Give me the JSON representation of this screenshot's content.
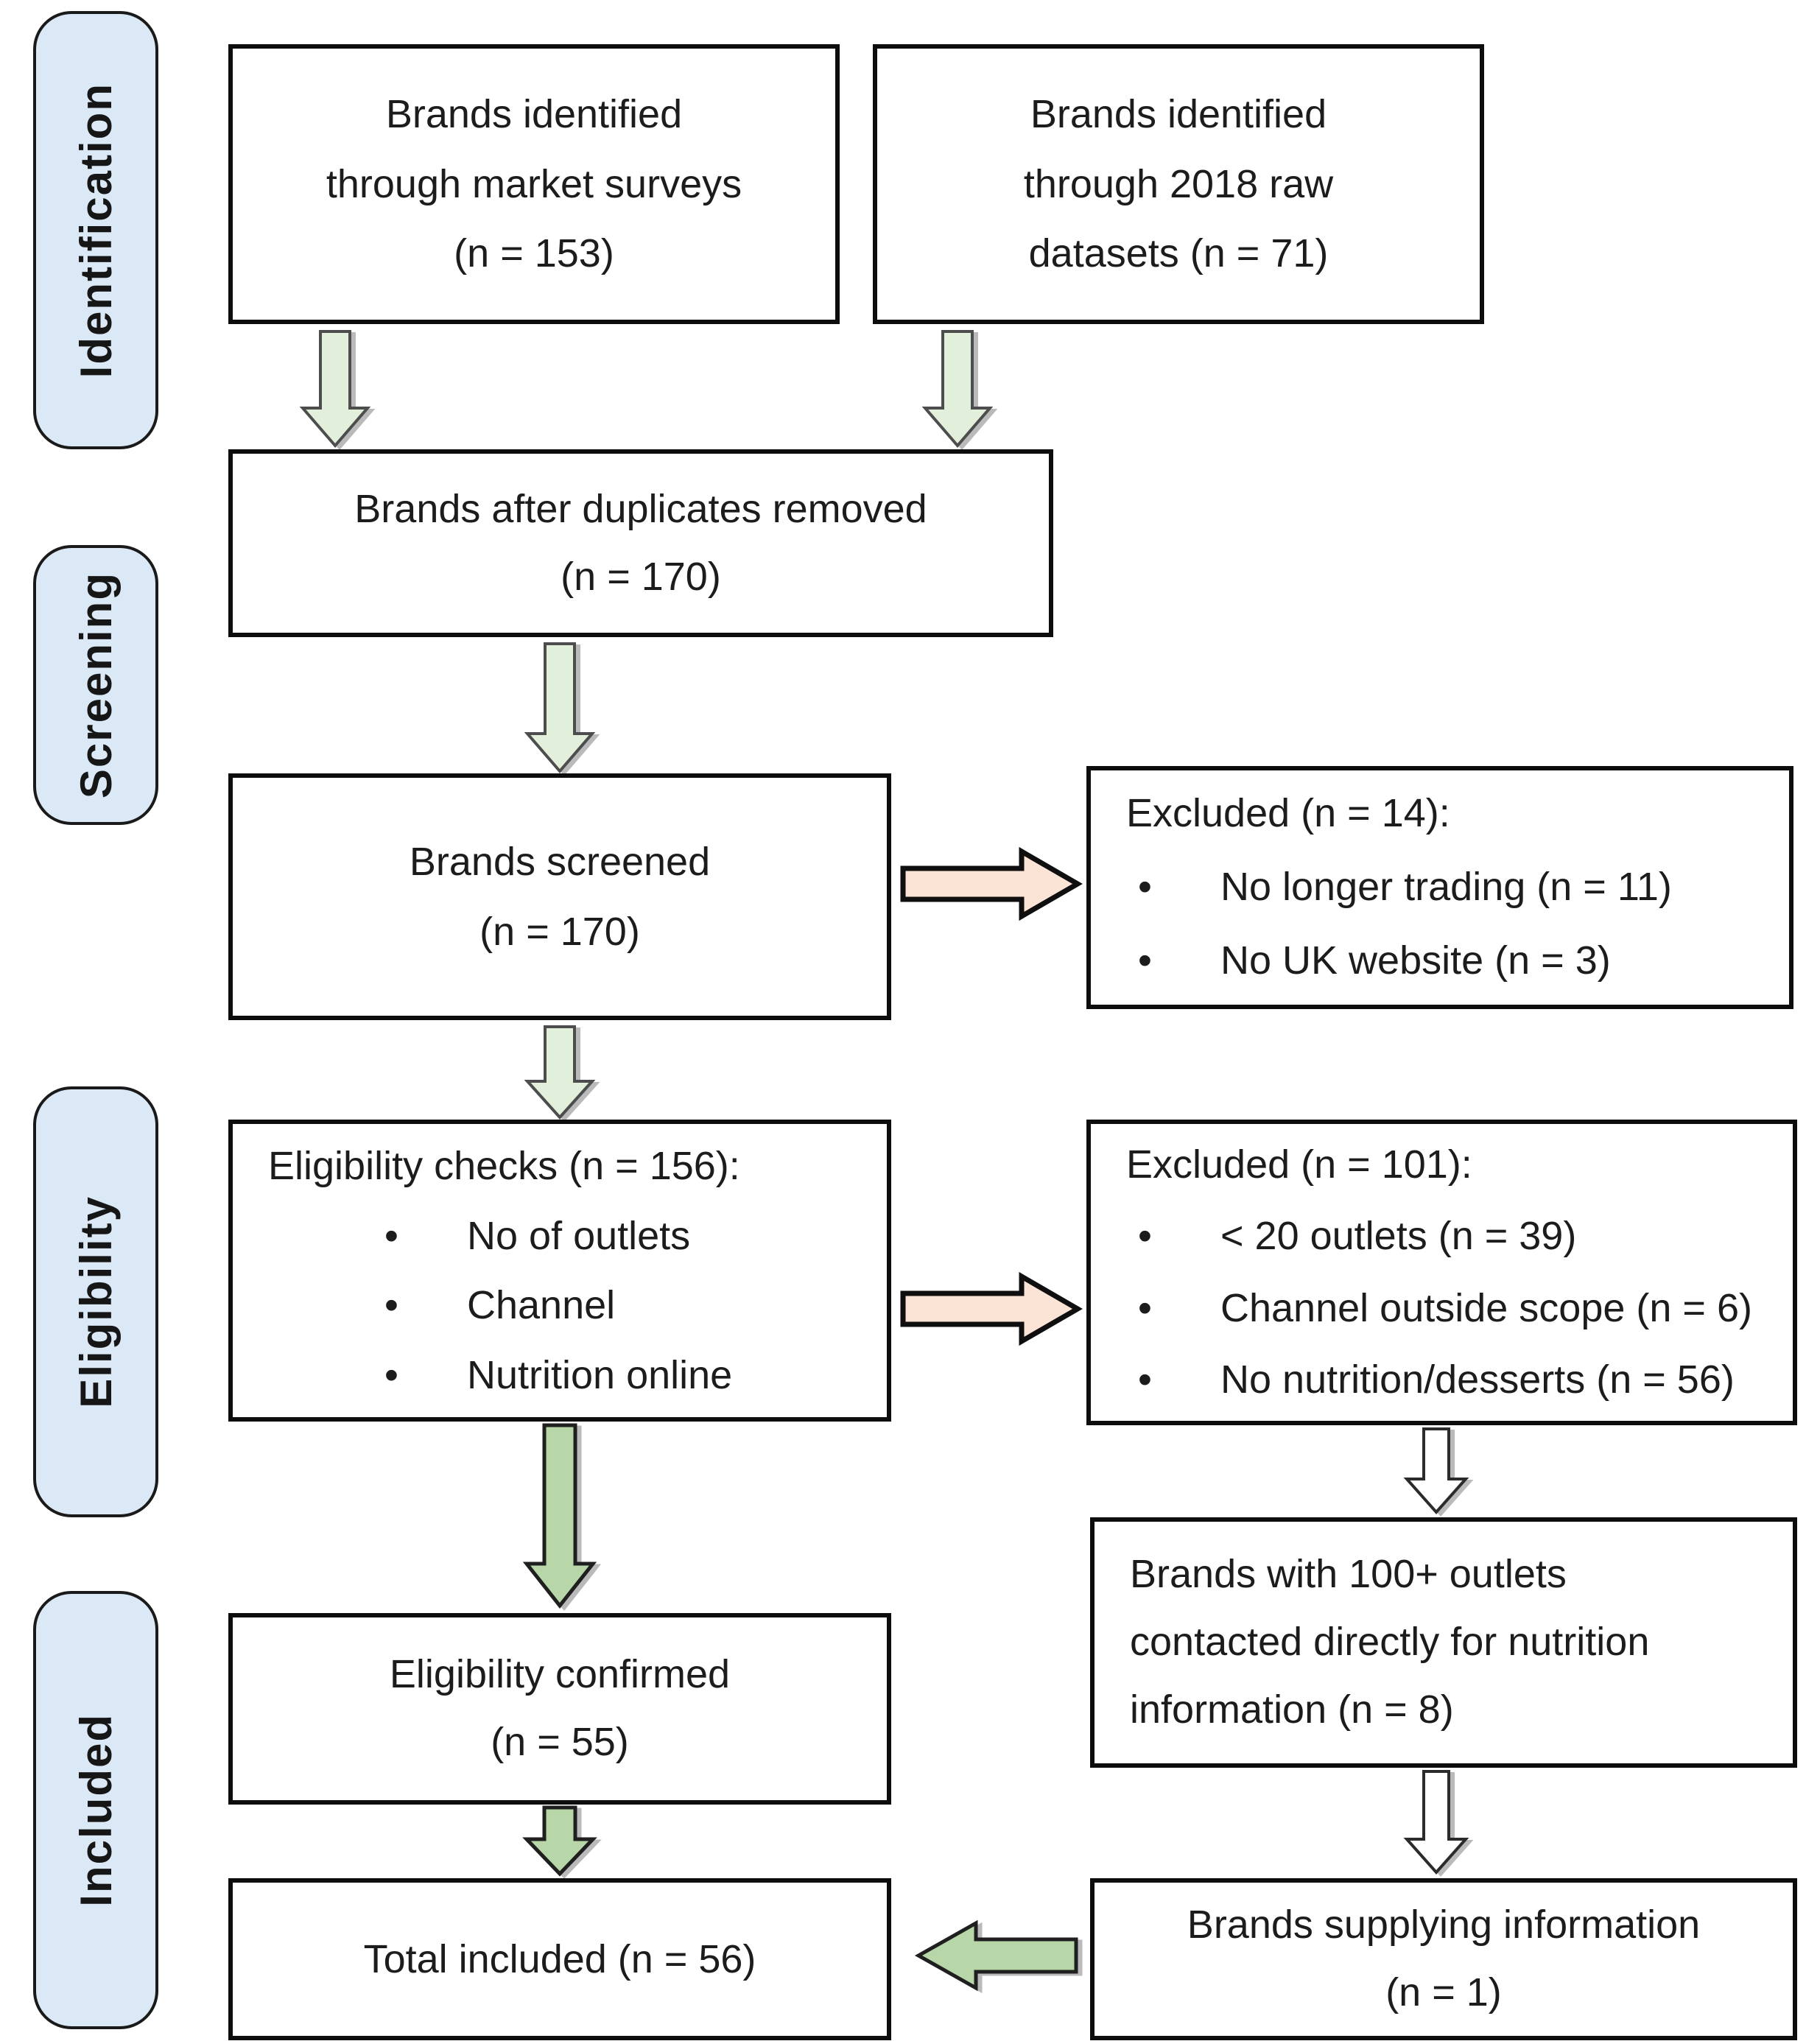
{
  "palette": {
    "sidebar_fill": "#dbe8f6",
    "box_fill": "#ffffff",
    "border": "#0d0d0d",
    "arrow_pale_green": "#e2efda",
    "arrow_green": "#b7d7a9",
    "arrow_pink": "#fbe3d5",
    "arrow_white": "#ffffff",
    "text": "#1c1c1c"
  },
  "ui": {
    "bullet_char": "•"
  },
  "sidebar": {
    "stages": [
      {
        "label": "Identification"
      },
      {
        "label": "Screening"
      },
      {
        "label": "Eligibility"
      },
      {
        "label": "Included"
      }
    ]
  },
  "boxes": {
    "market_surveys": {
      "lines": [
        "Brands identified",
        "through market surveys",
        "(n = 153)"
      ]
    },
    "raw_datasets": {
      "lines": [
        "Brands identified",
        "through 2018 raw",
        "datasets (n = 71)"
      ]
    },
    "duplicates_removed": {
      "lines": [
        "Brands after duplicates removed",
        "(n = 170)"
      ]
    },
    "brands_screened": {
      "lines": [
        "Brands screened",
        "(n = 170)"
      ]
    },
    "excluded_screening": {
      "title": "Excluded (n = 14):",
      "bullets": [
        "No longer trading (n = 11)",
        "No UK website (n = 3)"
      ]
    },
    "eligibility_checks": {
      "title": "Eligibility checks (n = 156):",
      "bullets": [
        "No of outlets",
        "Channel",
        "Nutrition online"
      ]
    },
    "excluded_eligibility": {
      "title": "Excluded (n = 101):",
      "bullets": [
        "< 20 outlets (n = 39)",
        "Channel outside scope (n = 6)",
        "No nutrition/desserts (n = 56)"
      ]
    },
    "eligibility_confirmed": {
      "lines": [
        "Eligibility confirmed",
        "(n = 55)"
      ]
    },
    "contacted_directly": {
      "lines": [
        "Brands with 100+ outlets",
        "contacted directly for nutrition",
        "information (n = 8)"
      ]
    },
    "total_included": {
      "lines": [
        "Total included (n = 56)"
      ]
    },
    "brands_supplying": {
      "lines": [
        "Brands supplying information",
        "(n = 1)"
      ]
    }
  }
}
